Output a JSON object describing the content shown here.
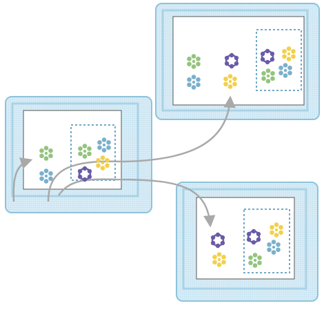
{
  "colors": {
    "background": "#ffffff",
    "panel_fill": "#cfe6f2",
    "panel_stroke": "#8ec3db",
    "panel_inner_stroke": "#a9d3e6",
    "canvas_fill": "#ffffff",
    "canvas_stroke": "#555555",
    "selection_stroke": "#6fa8c9",
    "arrow": "#a9a9a9",
    "flower_green": "#93c47d",
    "flower_blue": "#7ab0cc",
    "flower_purple": "#6a5ba8",
    "flower_yellow": "#f2d04b"
  },
  "panels": [
    {
      "name": "source-panel",
      "flowers": [
        {
          "color": "flower_green",
          "kind": "filled"
        },
        {
          "color": "flower_blue",
          "kind": "filled"
        },
        {
          "color": "flower_green",
          "kind": "filled"
        },
        {
          "color": "flower_blue",
          "kind": "filled"
        },
        {
          "color": "flower_yellow",
          "kind": "filled"
        },
        {
          "color": "flower_purple",
          "kind": "ring"
        }
      ]
    },
    {
      "name": "result-panel-top",
      "flowers": [
        {
          "color": "flower_green",
          "kind": "filled"
        },
        {
          "color": "flower_blue",
          "kind": "filled"
        },
        {
          "color": "flower_purple",
          "kind": "ring"
        },
        {
          "color": "flower_yellow",
          "kind": "filled"
        },
        {
          "color": "flower_purple",
          "kind": "ring"
        },
        {
          "color": "flower_yellow",
          "kind": "filled"
        },
        {
          "color": "flower_green",
          "kind": "filled"
        },
        {
          "color": "flower_blue",
          "kind": "filled"
        }
      ]
    },
    {
      "name": "result-panel-bottom",
      "flowers": [
        {
          "color": "flower_purple",
          "kind": "ring"
        },
        {
          "color": "flower_yellow",
          "kind": "filled"
        },
        {
          "color": "flower_purple",
          "kind": "ring"
        },
        {
          "color": "flower_yellow",
          "kind": "filled"
        },
        {
          "color": "flower_blue",
          "kind": "filled"
        },
        {
          "color": "flower_green",
          "kind": "filled"
        }
      ]
    }
  ],
  "arrows": [
    {
      "name": "arrow-to-top-panel"
    },
    {
      "name": "arrow-to-bottom-panel"
    },
    {
      "name": "arrow-to-source-flower"
    }
  ]
}
